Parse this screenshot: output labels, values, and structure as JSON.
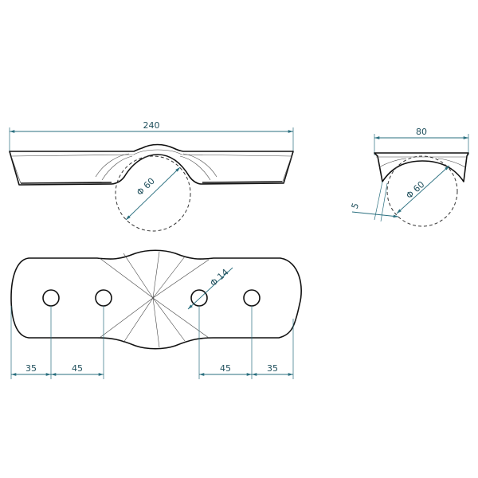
{
  "front_view": {
    "overall_length_label": "240",
    "bend_diameter_label": "Φ 60"
  },
  "side_view": {
    "overall_width_label": "80",
    "thickness_label": "5",
    "bend_diameter_label": "Φ 60"
  },
  "top_view": {
    "hole_diameter_label": "Φ 14",
    "left_edge_offset_label": "35",
    "left_hole_spacing_label": "45",
    "right_hole_spacing_label": "45",
    "right_edge_offset_label": "35"
  },
  "colors": {
    "outline": "#111111",
    "dimension": "#2a6f7f"
  }
}
